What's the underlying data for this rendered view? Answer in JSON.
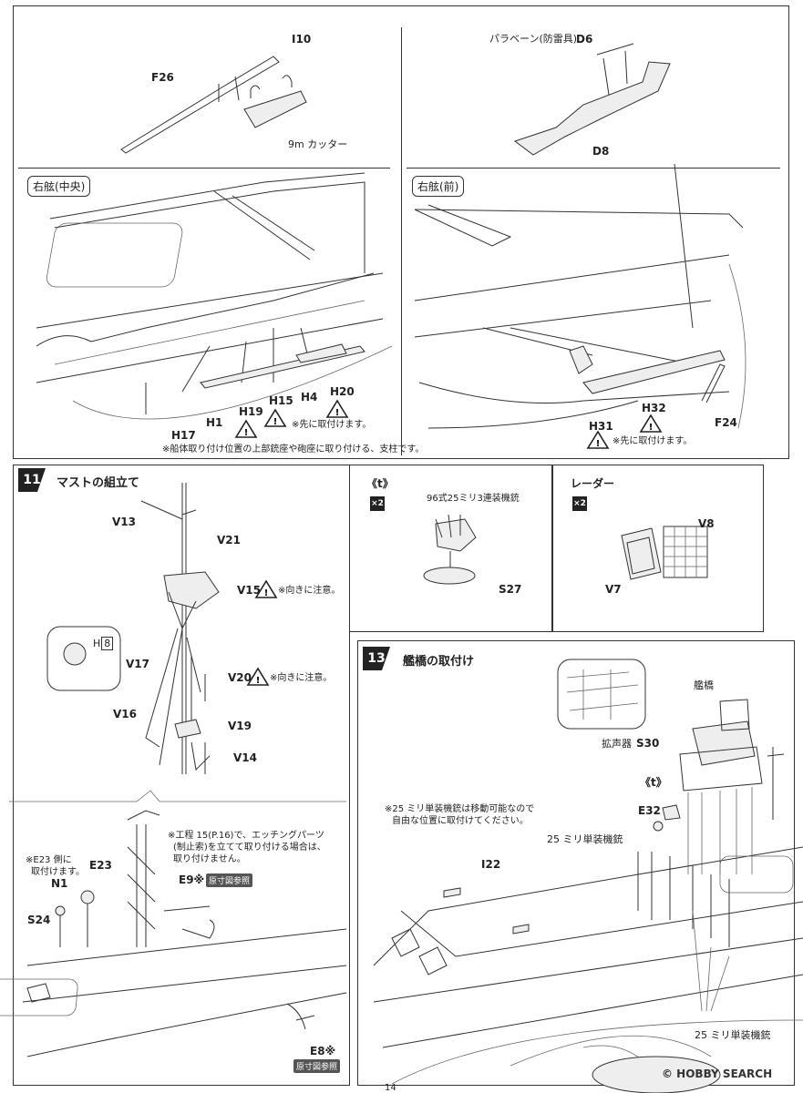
{
  "top_left": {
    "labels": {
      "i10": "I10",
      "f26": "F26",
      "cutter": "9m カッター"
    },
    "sub_title": "右舷(中央)",
    "parts": {
      "h17": "H17",
      "h1": "H1",
      "h19": "H19",
      "h15": "H15",
      "h4": "H4",
      "h20": "H20"
    },
    "first_note": "※先に取付けます。",
    "footnote": "※船体取り付け位置の上部銃座や砲座に取り付ける、支柱です。"
  },
  "top_right": {
    "labels": {
      "paravane": "パラベーン(防雷具)",
      "d6": "D6",
      "d8": "D8"
    },
    "sub_title": "右舷(前)",
    "parts": {
      "h31": "H31",
      "h32": "H32",
      "f24": "F24"
    },
    "first_note": "※先に取付けます。"
  },
  "step11": {
    "number": "11",
    "title": "マストの組立て",
    "parts": {
      "v13": "V13",
      "v21": "V21",
      "v15": "V15",
      "v17": "V17",
      "v20": "V20",
      "v16": "V16",
      "v19": "V19",
      "v14": "V14"
    },
    "orient_note": "※向きに注意。",
    "detail": {
      "label": "H",
      "num": "8"
    },
    "lower": {
      "e23_note_1": "※E23 側に",
      "e23_note_2": "取付けます。",
      "n1": "N1",
      "e23": "E23",
      "s24": "S24",
      "e9": "E9※",
      "e8": "E8※",
      "ref": "原寸図参照",
      "etch_note_1": "※工程 15(P.16)で、エッチングパーツ",
      "etch_note_2": "(制止索)を立てて取り付ける場合は、",
      "etch_note_3": "取り付けません。"
    }
  },
  "t_box": {
    "title": "《t》",
    "x2": "×2",
    "gun": "96式25ミリ3連装機銃",
    "s27": "S27"
  },
  "radar_box": {
    "title": "レーダー",
    "x2": "×2",
    "v8": "V8",
    "v7": "V7"
  },
  "step13": {
    "number": "13",
    "title": "艦橋の取付け",
    "bridge": "艦橋",
    "loudspeaker": "拡声器",
    "s30": "S30",
    "t": "《t》",
    "e32": "E32",
    "note_1": "※25 ミリ単装機銃は移動可能なので",
    "note_2": "自由な位置に取付けてください。",
    "single_gun": "25 ミリ単装機銃",
    "i22": "I22",
    "single_gun_bottom": "25 ミリ単装機銃"
  },
  "page_number": "14",
  "watermark": "© HOBBY SEARCH"
}
